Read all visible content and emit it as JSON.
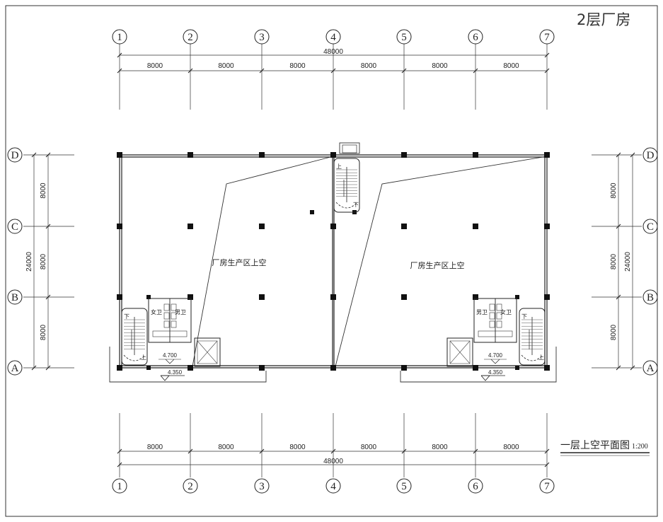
{
  "header": {
    "title": "2层厂房"
  },
  "drawing": {
    "title": "一层上空平面图",
    "scale": "1:200"
  },
  "grid": {
    "columns": [
      "1",
      "2",
      "3",
      "4",
      "5",
      "6",
      "7"
    ],
    "rows": [
      "D",
      "C",
      "B",
      "A"
    ],
    "bay_dims": [
      "8000",
      "8000",
      "8000",
      "8000",
      "8000",
      "8000"
    ],
    "total_width": "48000",
    "row_dims": [
      "8000",
      "8000",
      "8000"
    ],
    "total_depth": "24000"
  },
  "rooms": {
    "void_left": "厂房生产区上空",
    "void_right": "厂房生产区上空",
    "wc_female": "女卫",
    "wc_male": "男卫",
    "stair_up": "上",
    "stair_down": "下"
  },
  "elevations": {
    "landing": "4.700",
    "canopy": "4.350"
  }
}
